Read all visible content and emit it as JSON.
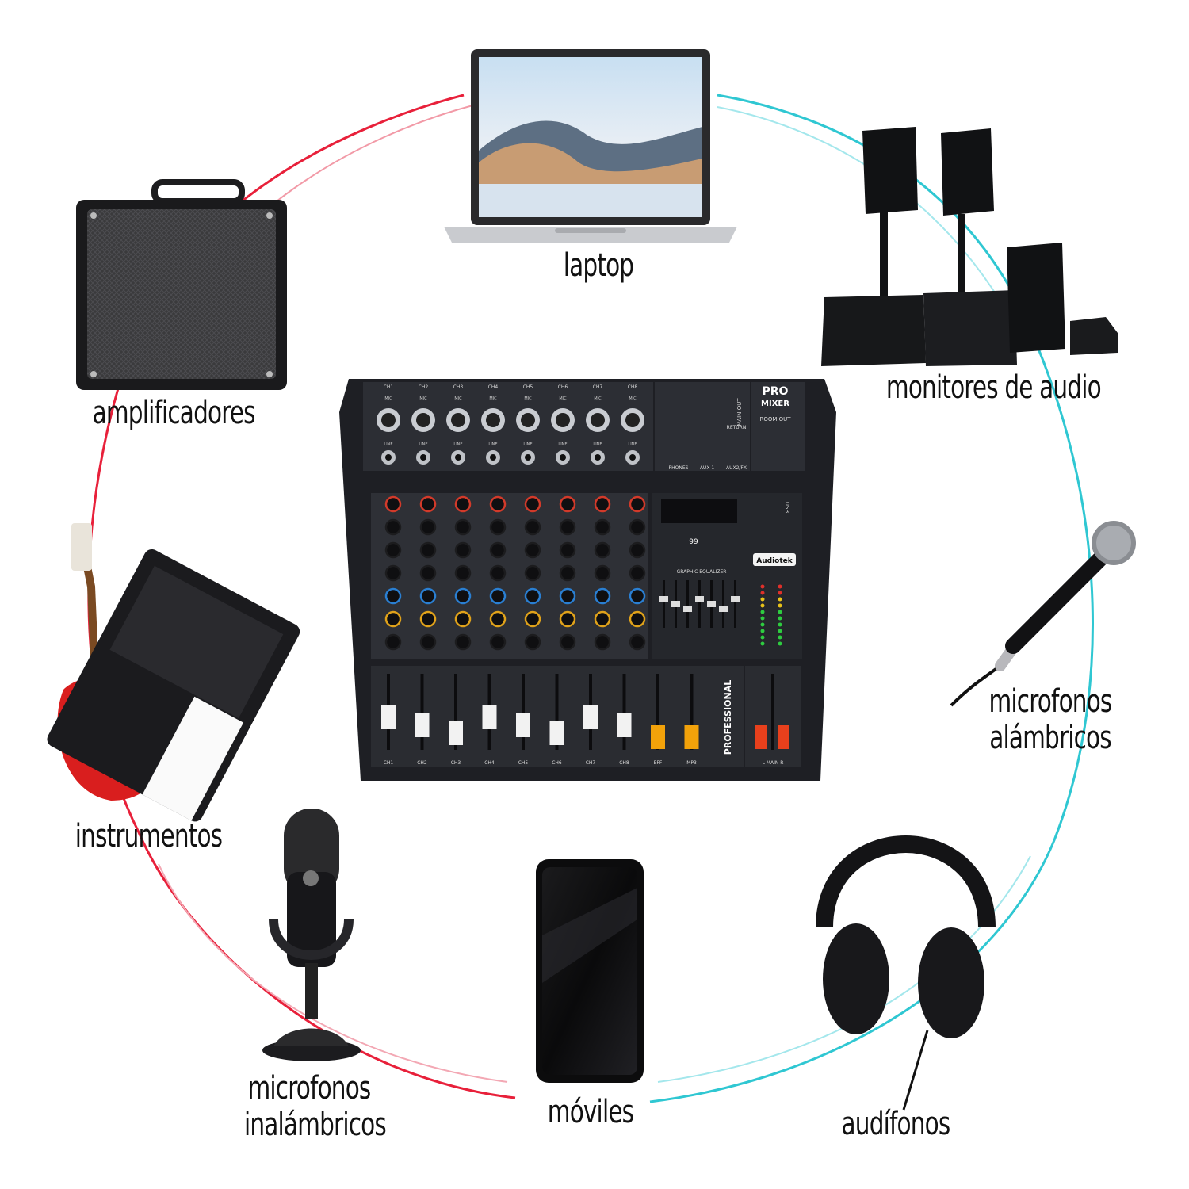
{
  "labels": {
    "laptop": "laptop",
    "monitors": "monitores de audio",
    "amplifiers": "amplificadores",
    "wired_mics_line1": "microfonos",
    "wired_mics_line2": "alámbricos",
    "instruments": "instrumentos",
    "wireless_mics_line1": "microfonos",
    "wireless_mics_line2": "inalámbricos",
    "phones": "móviles",
    "headphones": "audífonos"
  },
  "mixer": {
    "brand": "Audiotek",
    "model_line1": "PRO",
    "model_line2": "MIXER",
    "side_text": "PROFESSIONAL",
    "channels": [
      "CH1",
      "CH2",
      "CH3",
      "CH4",
      "CH5",
      "CH6",
      "CH7",
      "CH8"
    ],
    "mic_label": "MIC",
    "line_label": "LINE",
    "main_out": "MAIN OUT",
    "room_out": "ROOM OUT",
    "return": "RETURN",
    "phones": "PHONES",
    "aux1": "AUX 1",
    "aux2": "AUX2/FX",
    "usb": "USB",
    "dsp": "99",
    "eq_title": "GRAPHIC EQUALIZER",
    "fader_labels": [
      "CH1",
      "CH2",
      "CH3",
      "CH4",
      "CH5",
      "CH6",
      "CH7",
      "CH8",
      "EFF",
      "MP3",
      "L MAIN R"
    ]
  },
  "colors": {
    "arc_red": "#e8203a",
    "arc_cyan": "#2fc7d2",
    "mixer_body": "#1e1f24",
    "fader_orange": "#f2a20a",
    "fader_red": "#e8401c"
  }
}
